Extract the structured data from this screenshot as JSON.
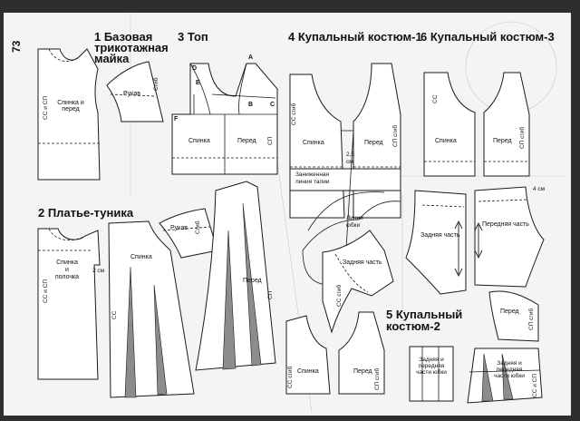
{
  "page_number": "73",
  "sections": {
    "s1": {
      "title_line1": "1 Базовая",
      "title_line2": "трикотажная",
      "title_line3": "майка"
    },
    "s2": {
      "title": "2 Платье-туника"
    },
    "s3": {
      "title": "3 Топ"
    },
    "s4": {
      "title": "4 Купальный костюм-1"
    },
    "s5": {
      "title_line1": "5 Купальный",
      "title_line2": "костюм-2"
    },
    "s6": {
      "title": "6 Купальный костюм-3"
    }
  },
  "labels": {
    "spinka_i_pered": "Спинка и перед",
    "spinka_line1": "Спинка",
    "i_polochka_line2": "и",
    "polochka_line3": "полочка",
    "rukav": "Рукав",
    "sgib": "Сгиб",
    "spinka": "Спинка",
    "pered": "Перед",
    "cs_sgib": "СС сгиб",
    "sp_sgib": "СП сгиб",
    "cs": "СС",
    "sp": "СП",
    "cs_i_cp": "СС и СП",
    "two_cm": "2 см",
    "four_cm": "4 см",
    "two_half_cm_line1": "2,5",
    "two_half_cm_line2": "см",
    "waist_line1": "Заниженная",
    "waist_line2": "линия талии",
    "yubka_line1": "Линии",
    "yubka_line2": "юбки",
    "zadnyaya_chast": "Задняя часть",
    "perednyaya_chast": "Передняя часть",
    "zadnyaya_peredn_yubki": "Задняя и передняя части юбки",
    "points": {
      "a": "A",
      "b": "B",
      "c": "C",
      "d": "D",
      "e": "E",
      "f": "F"
    }
  }
}
